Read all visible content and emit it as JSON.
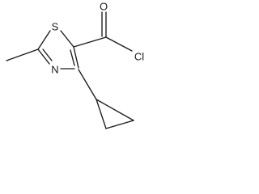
{
  "molecule": {
    "atom_labels": {
      "sulfur": "S",
      "nitrogen": "N",
      "oxygen": "O",
      "chlorine": "Cl"
    },
    "colors": {
      "bond": "#1a1a1a",
      "label": "#1a1a1a",
      "background": "#ffffff"
    }
  }
}
